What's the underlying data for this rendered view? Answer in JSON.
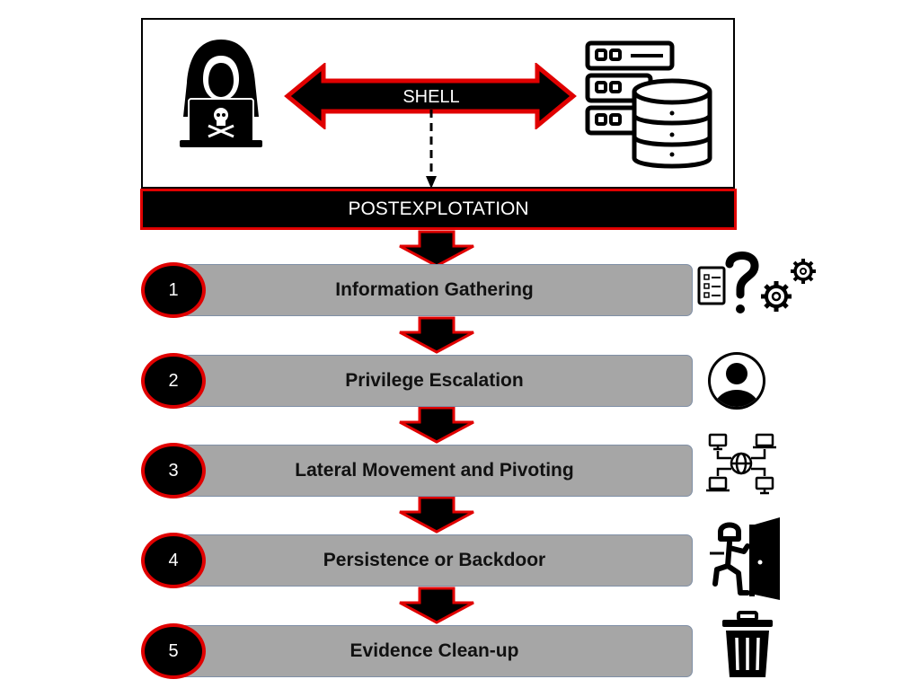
{
  "top": {
    "shell_label": "SHELL",
    "postexploitation_label": "POSTEXPLOTATION"
  },
  "steps": [
    {
      "number": "1",
      "label": "Information Gathering",
      "icon": "checklist-question-gears-icon"
    },
    {
      "number": "2",
      "label": "Privilege Escalation",
      "icon": "user-avatar-icon"
    },
    {
      "number": "3",
      "label": "Lateral Movement and Pivoting",
      "icon": "network-globe-computers-icon"
    },
    {
      "number": "4",
      "label": "Persistence or Backdoor",
      "icon": "intruder-door-icon"
    },
    {
      "number": "5",
      "label": "Evidence Clean-up",
      "icon": "trash-can-icon"
    }
  ],
  "colors": {
    "accent_red": "#e00000",
    "bar_gray": "#a6a6a6",
    "black": "#000000"
  }
}
